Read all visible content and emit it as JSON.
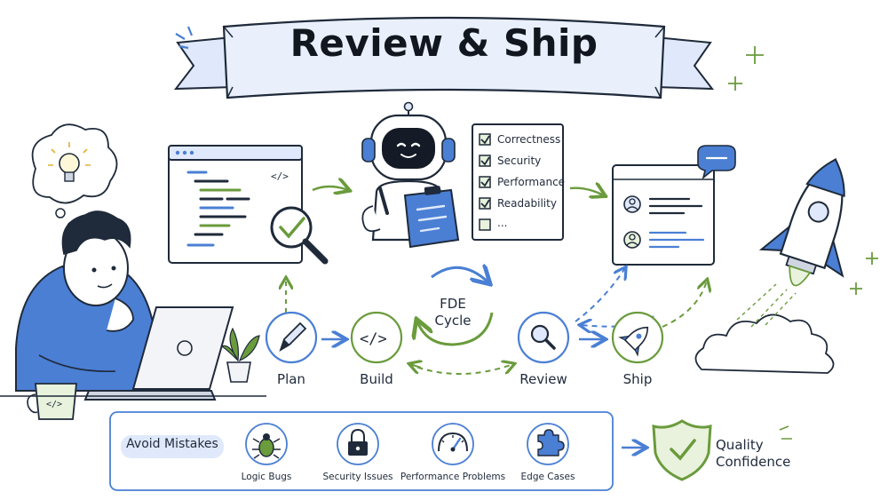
{
  "title": "Review & Ship",
  "checklist": [
    "Correctness",
    "Security",
    "Performance",
    "Readability",
    "..."
  ],
  "steps": [
    "Plan",
    "Build",
    "Review",
    "Ship"
  ],
  "cycle": {
    "line1": "FDE",
    "line2": "Cycle"
  },
  "avoid_label": "Avoid Mistakes",
  "mistakes": [
    "Logic Bugs",
    "Security Issues",
    "Performance Problems",
    "Edge Cases"
  ],
  "outcome": {
    "line1": "Quality",
    "line2": "Confidence"
  },
  "code_tag": "</>",
  "icons": [
    "lightbulb-icon",
    "code-window-icon",
    "magnifier-icon",
    "robot-icon",
    "clipboard-icon",
    "checkbox-icon",
    "review-window-icon",
    "chat-bubble-icon",
    "rocket-icon",
    "pencil-icon",
    "code-icon",
    "search-icon",
    "bug-icon",
    "lock-icon",
    "gauge-icon",
    "puzzle-icon",
    "shield-check-icon",
    "sparkle-icon",
    "laptop-icon",
    "plant-icon",
    "mug-icon"
  ],
  "colors": {
    "blue": "#4a7fd4",
    "green": "#6a9b3c",
    "ink": "#1f2a3a",
    "light_blue": "#dfe9fb",
    "light_green": "#e8f2dc"
  }
}
